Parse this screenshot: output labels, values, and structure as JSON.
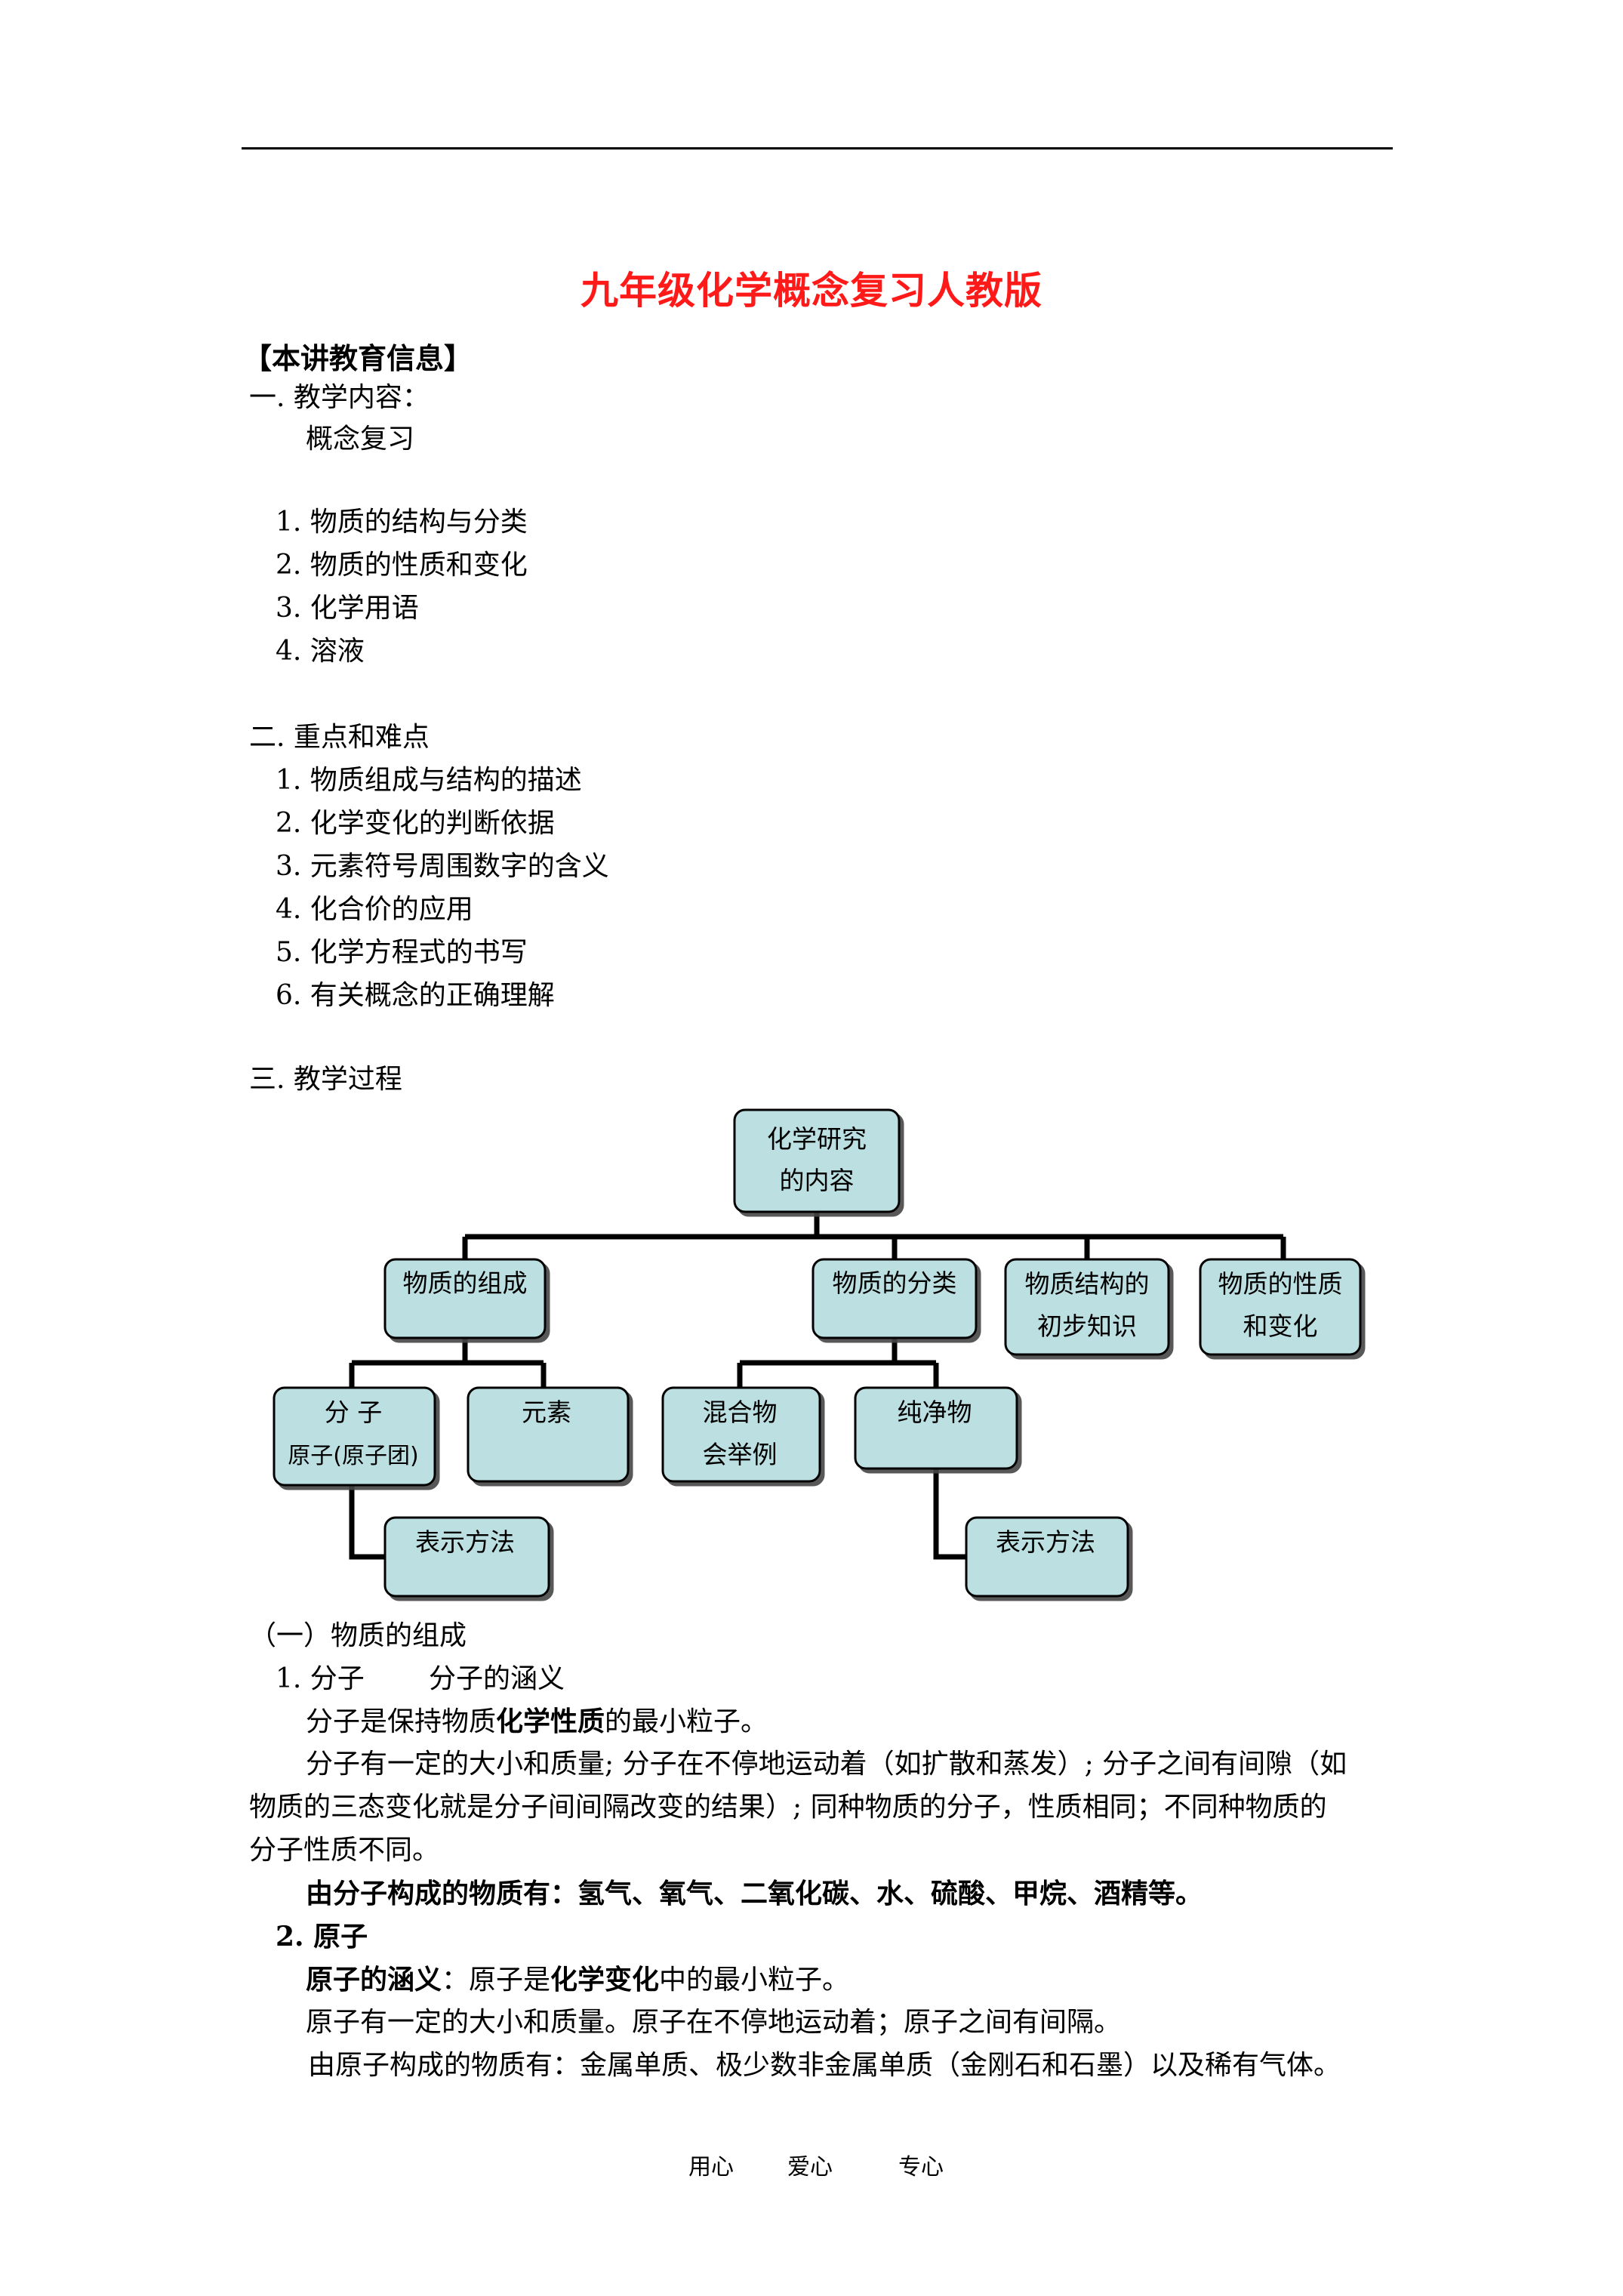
{
  "title": "九年级化学概念复习人教版",
  "section_header": "【本讲教育信息】",
  "part1": {
    "heading": "一. 教学内容：",
    "subtitle": "概念复习",
    "items": [
      "1. 物质的结构与分类",
      "2. 物质的性质和变化",
      "3. 化学用语",
      "4. 溶液"
    ]
  },
  "part2": {
    "heading": "二. 重点和难点",
    "items": [
      "1. 物质组成与结构的描述",
      "2. 化学变化的判断依据",
      "3. 元素符号周围数字的含义",
      "4. 化合价的应用",
      "5. 化学方程式的书写",
      "6. 有关概念的正确理解"
    ]
  },
  "part3": {
    "heading": "三. 教学过程"
  },
  "diagram": {
    "root": [
      "化学研究",
      "的内容"
    ],
    "composition": "物质的组成",
    "classification": "物质的分类",
    "structure": [
      "物质结构的",
      "初步知识"
    ],
    "properties": [
      "物质的性质",
      "和变化"
    ],
    "molecule": [
      "分  子",
      "原子(原子团)"
    ],
    "element": "元素",
    "mixture": [
      "混合物",
      "会举例"
    ],
    "pure": "纯净物",
    "repr_left": "表示方法",
    "repr_right": "表示方法"
  },
  "content": {
    "sub_heading": "（一）物质的组成",
    "item1_label": "1. 分子",
    "item1_meaning": "分子的涵义",
    "p1_pre": "分子是保持物质",
    "p1_bold": "化学性质",
    "p1_post": "的最小粒子。",
    "p2_line1": "分子有一定的大小和质量; 分子在不停地运动着（如扩散和蒸发）; 分子之间有间隙（如",
    "p2_line2": "物质的三态变化就是分子间间隔改变的结果）; 同种物质的分子，性质相同；不同种物质的",
    "p2_line3": "分子性质不同。",
    "p3": "由分子构成的物质有：氢气、氧气、二氧化碳、水、硫酸、甲烷、酒精等。",
    "item2_label": "2. 原子",
    "p4_bold1": "原子的涵义",
    "p4_mid": "：原子是",
    "p4_bold2": "化学变化",
    "p4_post": "中的最小粒子。",
    "p5": "原子有一定的大小和质量。原子在不停地运动着；原子之间有间隔。",
    "p6": "由原子构成的物质有：金属单质、极少数非金属单质（金刚石和石墨）以及稀有气体。"
  },
  "footer": [
    "用心",
    "爱心",
    "专心"
  ]
}
